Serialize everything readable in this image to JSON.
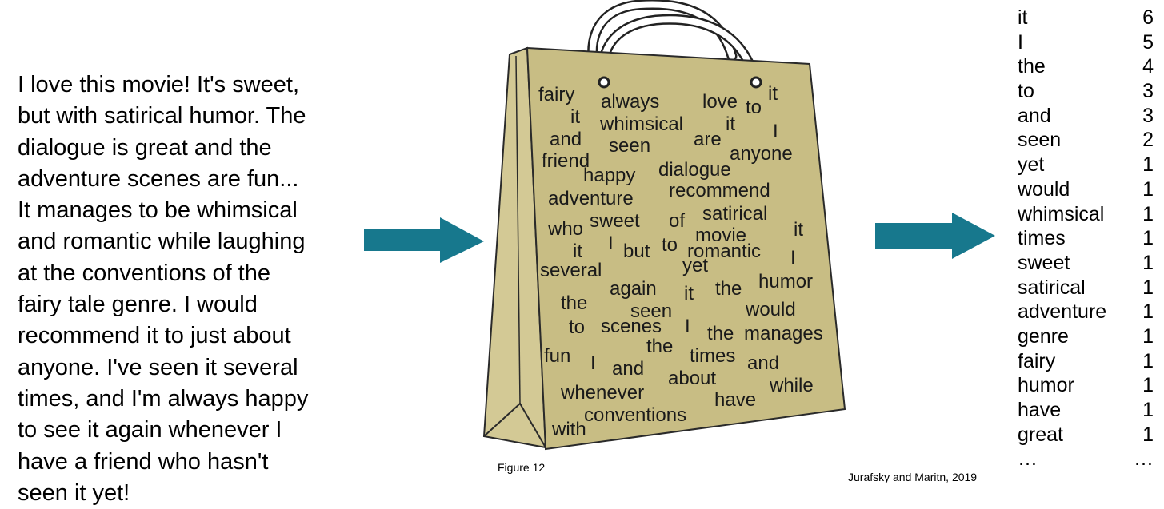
{
  "review_lines": [
    "I love this movie! It's sweet,",
    "but with satirical humor. The",
    "dialogue is great and the",
    "adventure scenes are fun...",
    "It manages to be whimsical",
    "and romantic while laughing",
    "at the conventions of the",
    "fairy tale genre. I would",
    "recommend it to just about",
    "anyone. I've seen it several",
    "times, and I'm always happy",
    "to see it again whenever I",
    "have a friend who hasn't",
    "seen it yet!"
  ],
  "bag_words": [
    "fairy",
    "always",
    "love",
    "to",
    "it",
    "it",
    "whimsical",
    "it",
    "I",
    "and",
    "seen",
    "are",
    "anyone",
    "friend",
    "happy",
    "dialogue",
    "adventure",
    "recommend",
    "who",
    "sweet",
    "of",
    "satirical",
    "it",
    "movie",
    "it",
    "I",
    "but",
    "to",
    "romantic",
    "I",
    "several",
    "yet",
    "again",
    "it",
    "the",
    "humor",
    "the",
    "seen",
    "would",
    "to",
    "scenes",
    "I",
    "the",
    "manages",
    "the",
    "fun",
    "I",
    "times",
    "and",
    "and",
    "about",
    "whenever",
    "while",
    "have",
    "conventions",
    "with"
  ],
  "figure_label": "Figure 12",
  "credit": "Jurafsky and Maritn, 2019",
  "word_counts": [
    {
      "word": "it",
      "count": "6"
    },
    {
      "word": "I",
      "count": "5"
    },
    {
      "word": "the",
      "count": "4"
    },
    {
      "word": "to",
      "count": "3"
    },
    {
      "word": "and",
      "count": "3"
    },
    {
      "word": "seen",
      "count": "2"
    },
    {
      "word": "yet",
      "count": "1"
    },
    {
      "word": "would",
      "count": "1"
    },
    {
      "word": "whimsical",
      "count": "1"
    },
    {
      "word": "times",
      "count": "1"
    },
    {
      "word": "sweet",
      "count": "1"
    },
    {
      "word": "satirical",
      "count": "1"
    },
    {
      "word": "adventure",
      "count": "1"
    },
    {
      "word": "genre",
      "count": "1"
    },
    {
      "word": "fairy",
      "count": "1"
    },
    {
      "word": "humor",
      "count": "1"
    },
    {
      "word": "have",
      "count": "1"
    },
    {
      "word": "great",
      "count": "1"
    },
    {
      "word": "…",
      "count": "…"
    }
  ],
  "colors": {
    "arrow": "#17788d",
    "bag_fill": "#c8bd84",
    "bag_side": "#d3c995",
    "bag_stroke": "#2a2a2a"
  }
}
